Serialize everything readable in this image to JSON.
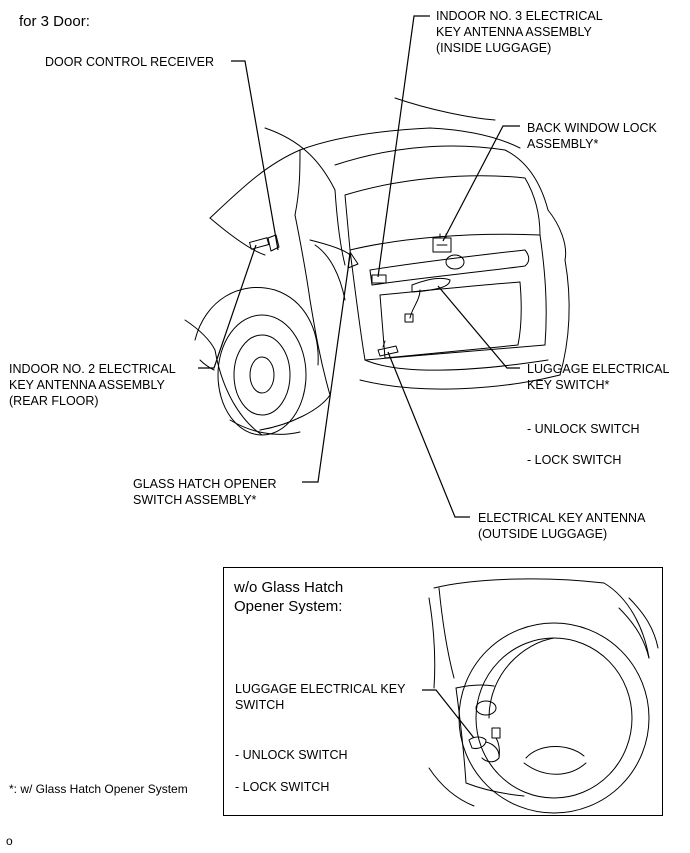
{
  "header": {
    "variant": "for 3 Door:"
  },
  "labels": {
    "door_control_receiver": "DOOR CONTROL RECEIVER",
    "indoor_no3": [
      "INDOOR NO. 3 ELECTRICAL",
      "KEY ANTENNA ASSEMBLY",
      "(INSIDE LUGGAGE)"
    ],
    "back_window_lock": [
      "BACK WINDOW LOCK",
      "ASSEMBLY*"
    ],
    "indoor_no2": [
      "INDOOR NO. 2 ELECTRICAL",
      "KEY ANTENNA ASSEMBLY",
      "(REAR FLOOR)"
    ],
    "luggage_key_switch": [
      "LUGGAGE ELECTRICAL",
      "KEY SWITCH*"
    ],
    "unlock_switch": "- UNLOCK SWITCH",
    "lock_switch": "- LOCK SWITCH",
    "glass_hatch_opener": [
      "GLASS HATCH OPENER",
      "SWITCH ASSEMBLY*"
    ],
    "electrical_key_antenna": [
      "ELECTRICAL KEY ANTENNA",
      "(OUTSIDE LUGGAGE)"
    ]
  },
  "inset": {
    "title": [
      "w/o Glass Hatch",
      "Opener System:"
    ],
    "luggage_key_switch": [
      "LUGGAGE ELECTRICAL KEY",
      "SWITCH"
    ],
    "unlock_switch": "- UNLOCK SWITCH",
    "lock_switch": "- LOCK SWITCH"
  },
  "footnote": "*: w/ Glass Hatch Opener System",
  "figure_code": "o"
}
